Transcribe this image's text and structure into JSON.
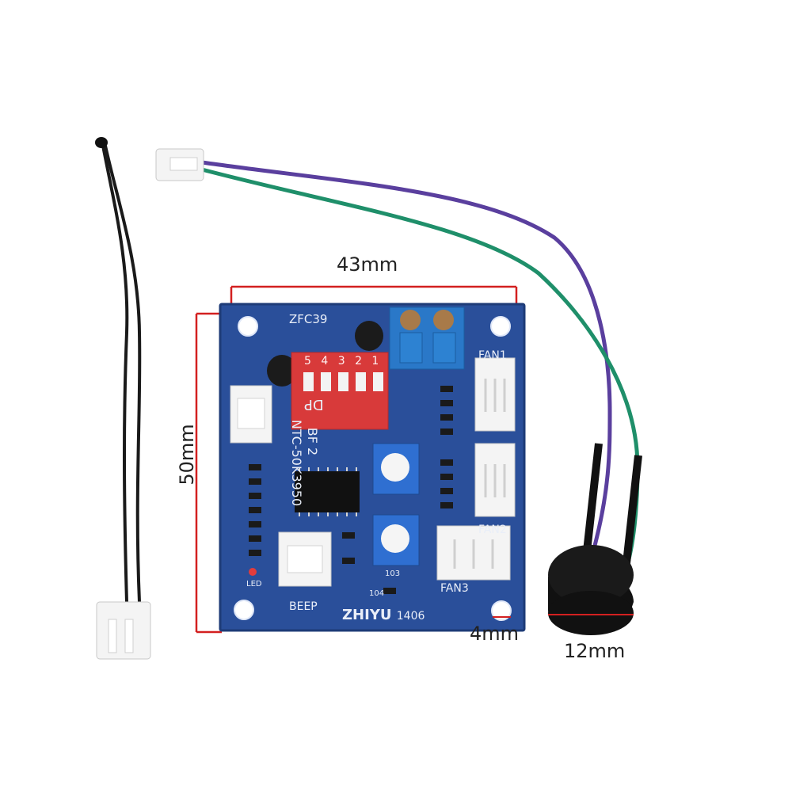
{
  "dimensions": {
    "width": "43mm",
    "height": "50mm",
    "hole": "4mm",
    "buzzer": "12mm"
  },
  "pcb": {
    "model": "ZFC39",
    "brand": "ZHIYU",
    "code": "1406",
    "dip_label": "DP",
    "dip_numbers": "5 4 3 2 1",
    "sensor_label": "NTC-50K3950",
    "bf2_label": "BF 2",
    "beep_label": "BEEP",
    "fan1_label": "FAN1",
    "fan2_label": "FAN2",
    "fan3_label": "FAN3",
    "led_label": "LED",
    "resistor_code_1": "103",
    "resistor_code_2": "104"
  },
  "colors": {
    "pcb": "#2a4f9a",
    "terminal": "#2a78c8",
    "dip_switch": "#d83a3a",
    "wire_purple": "#5a3f9e",
    "wire_green": "#1f8f6a",
    "buzzer": "#111111",
    "cap": "#1b1b1b"
  }
}
